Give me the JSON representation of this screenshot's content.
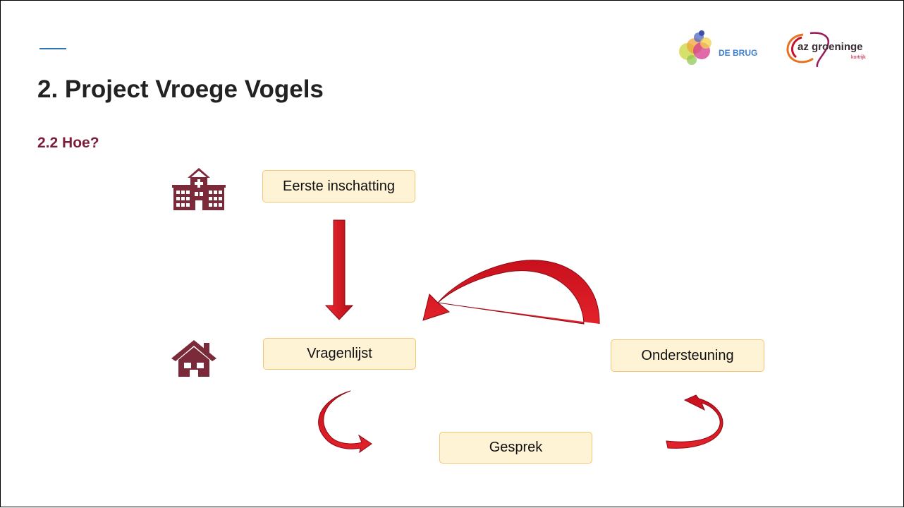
{
  "slide": {
    "title": "2. Project Vroege Vogels",
    "subtitle": "2.2  Hoe?"
  },
  "logos": {
    "de_brug": "DE BRUG",
    "az_main": "az groeninge",
    "az_sub": "kortrijk"
  },
  "diagram": {
    "steps": {
      "eerste": "Eerste inschatting",
      "vragenlijst": "Vragenlijst",
      "ondersteuning": "Ondersteuning",
      "gesprek": "Gesprek"
    },
    "icons": [
      "hospital-icon",
      "house-icon"
    ]
  },
  "colors": {
    "title": "#222222",
    "subtitle": "#7b1e3a",
    "box_fill": "#fff3d6",
    "box_border": "#f2c674",
    "arrow": "#d9101e",
    "arrow_dark": "#8b0a14",
    "icon": "#7b2a3a",
    "accent_line": "#2e75b6"
  }
}
